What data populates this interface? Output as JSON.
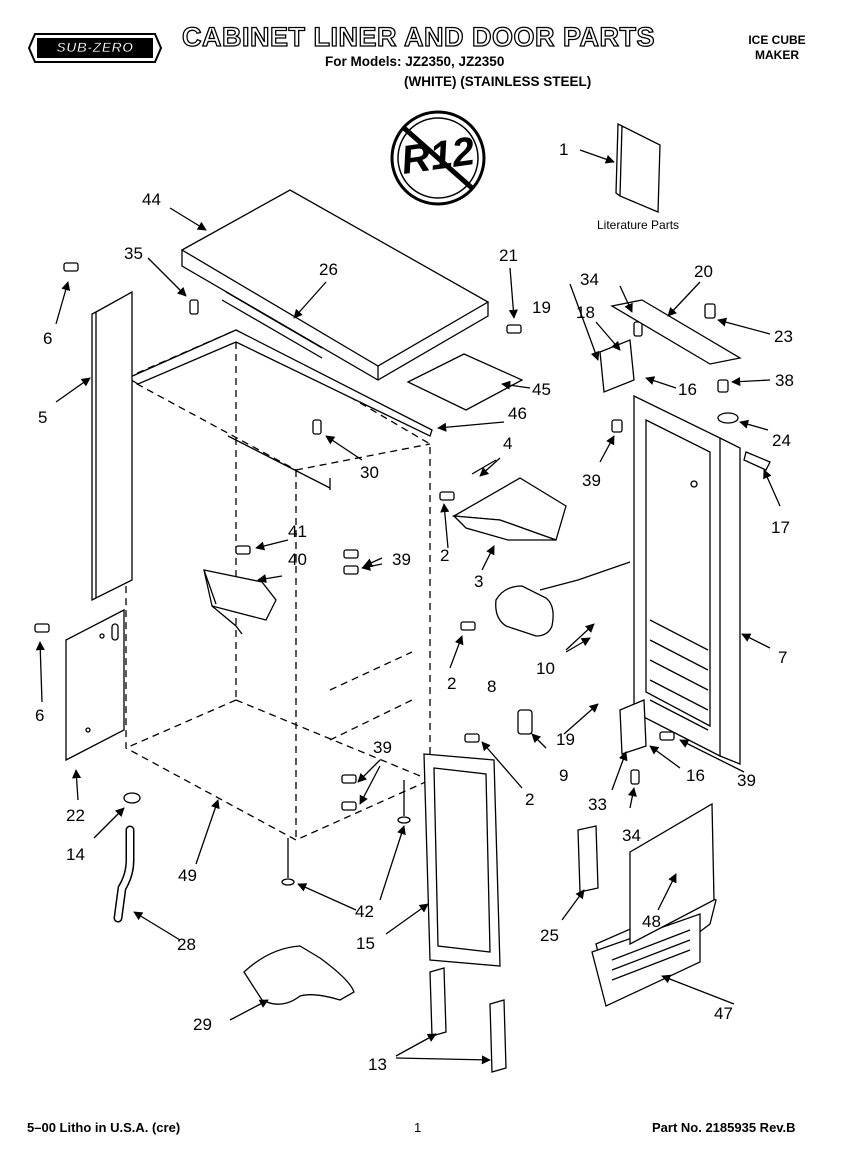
{
  "header": {
    "brand": "SUB-ZERO",
    "title": "CABINET LINER AND DOOR PARTS",
    "models_line": "For Models: JZ2350, JZ2350",
    "variants_line": "(WHITE) (STAINLESS STEEL)",
    "product_line1": "ICE CUBE",
    "product_line2": "MAKER"
  },
  "badge_text": "R12",
  "literature_label": "Literature Parts",
  "callouts": {
    "c1": "1",
    "c2a": "2",
    "c2b": "2",
    "c2c": "2",
    "c3": "3",
    "c4": "4",
    "c5": "5",
    "c6a": "6",
    "c6b": "6",
    "c7": "7",
    "c8": "8",
    "c9": "9",
    "c10": "10",
    "c13": "13",
    "c14": "14",
    "c15": "15",
    "c16a": "16",
    "c16b": "16",
    "c17": "17",
    "c18": "18",
    "c19a": "19",
    "c19b": "19",
    "c20": "20",
    "c21": "21",
    "c22": "22",
    "c23": "23",
    "c24": "24",
    "c25": "25",
    "c26": "26",
    "c28": "28",
    "c29": "29",
    "c30": "30",
    "c33": "33",
    "c34a": "34",
    "c34b": "34",
    "c35": "35",
    "c38": "38",
    "c39a": "39",
    "c39b": "39",
    "c39c": "39",
    "c39d": "39",
    "c40": "40",
    "c41": "41",
    "c42": "42",
    "c44": "44",
    "c45": "45",
    "c46": "46",
    "c47": "47",
    "c48": "48",
    "c49": "49"
  },
  "footer": {
    "left": "5–00 Litho in U.S.A. (cre)",
    "page": "1",
    "part_no": "Part No. 2185935 Rev.B"
  },
  "colors": {
    "ink": "#000000",
    "paper": "#ffffff"
  }
}
